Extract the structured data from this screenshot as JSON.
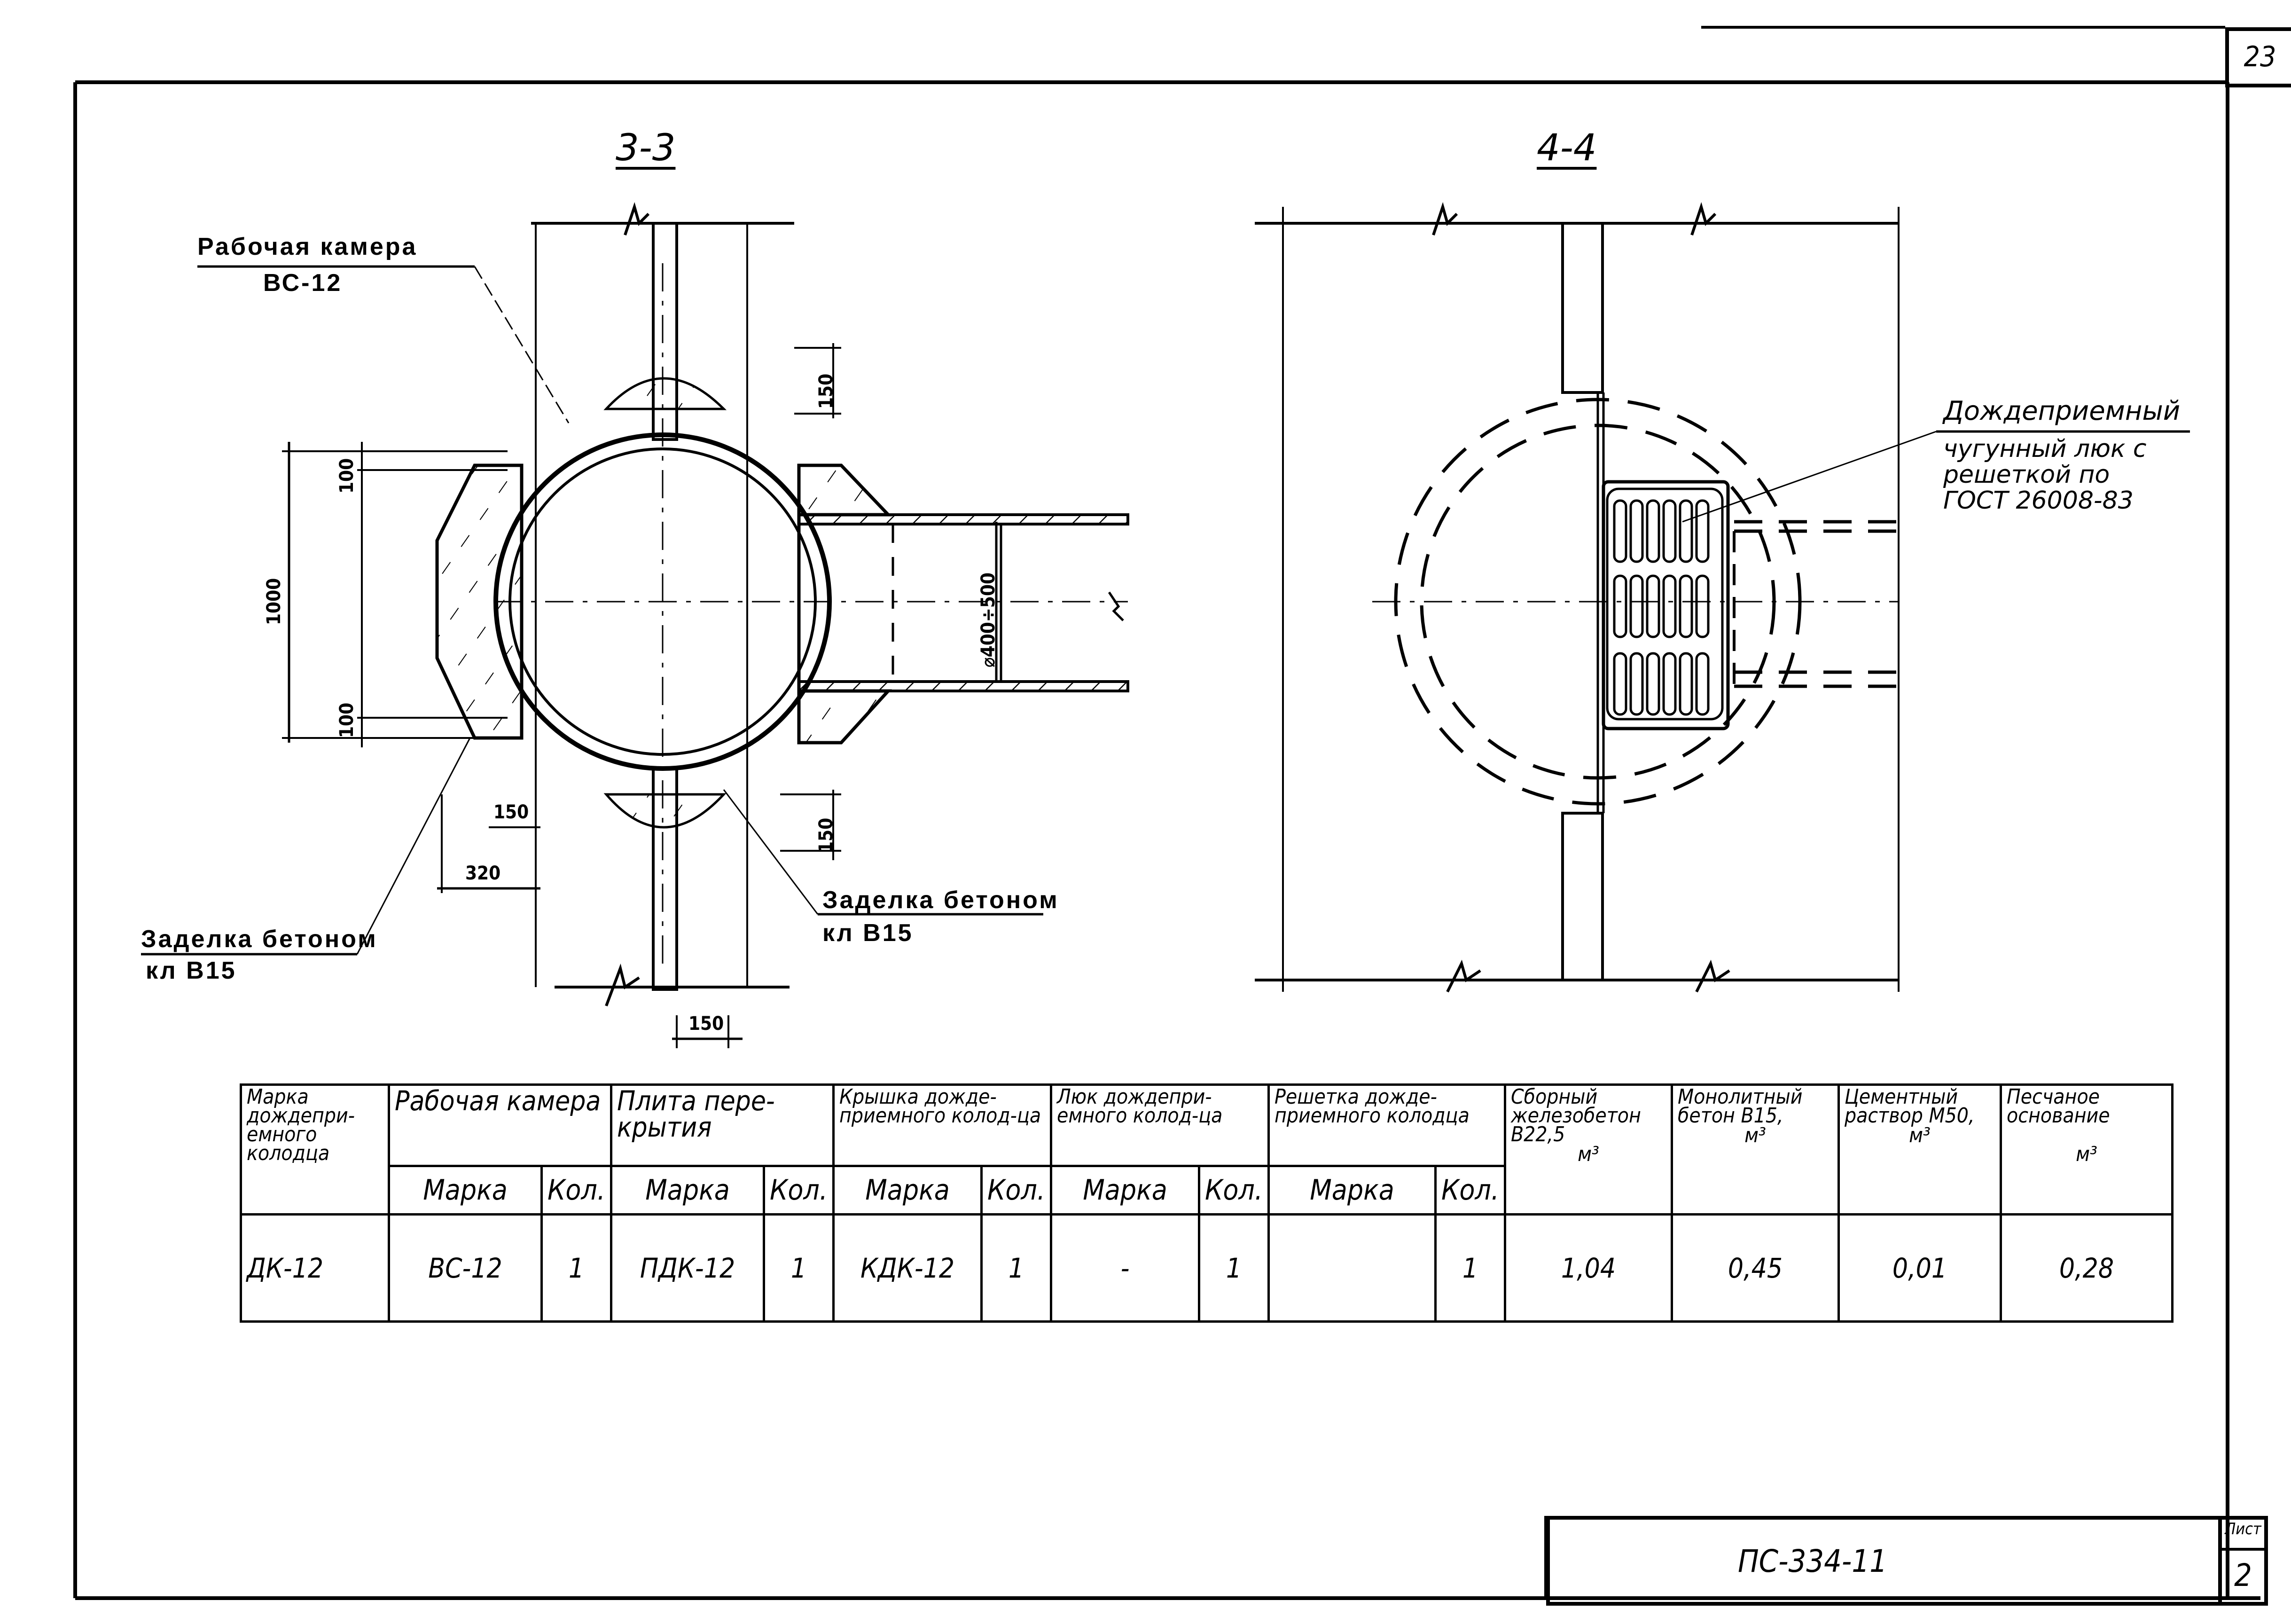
{
  "page": {
    "page_number": "23",
    "sheet_label": "Лист",
    "sheet_number": "2",
    "document_code": "ПС-334-11"
  },
  "section_3_3": {
    "title": "3-3",
    "callout_chamber": {
      "line1": "Рабочая камера",
      "line2": "ВС-12"
    },
    "callout_seal_left": {
      "line1": "Заделка бетоном",
      "line2": "кл В15"
    },
    "callout_seal_right": {
      "line1": "Заделка бетоном",
      "line2": "кл В15"
    },
    "dimensions": {
      "overall_height": "1000",
      "top_offset": "100",
      "bottom_offset": "100",
      "upper_pipe_gap": "150",
      "lower_pipe_gap": "150",
      "pipe_diameter": "⌀400÷500",
      "left_width_150": "150",
      "left_width_320": "320",
      "bottom_width": "150"
    }
  },
  "section_4_4": {
    "title": "4-4",
    "callout_grate": {
      "line1": "Дождеприемный",
      "line2": "чугунный люк с",
      "line3": "решеткой по",
      "line4": "ГОСТ 26008-83"
    }
  },
  "spec_table": {
    "headers": [
      "Марка дождепри-емного колодца",
      "Рабочая камера",
      "Плита пере-крытия",
      "Крышка дожде-приемного колод-ца",
      "Люк дождепри-емного колод-ца",
      "Решетка дожде-приемного колодца",
      "Сборный железобетон В22,5",
      "Монолитный бетон В15,",
      "Цементный раствор М50,",
      "Песчаное основание"
    ],
    "subheaders": {
      "mark": "Марка",
      "qty": "Кол."
    },
    "units": [
      "м³",
      "м³",
      "м³",
      "м³"
    ],
    "rows": [
      {
        "well_mark": "ДК-12",
        "chamber_mark": "ВС-12",
        "chamber_qty": "1",
        "slab_mark": "ПДК-12",
        "slab_qty": "1",
        "cover_mark": "КДК-12",
        "cover_qty": "1",
        "hatch_mark": "-",
        "hatch_qty": "1",
        "grate_mark": "",
        "grate_qty": "1",
        "precast_concrete": "1,04",
        "monolithic_concrete": "0,45",
        "cement_mortar": "0,01",
        "sand_base": "0,28"
      }
    ]
  }
}
